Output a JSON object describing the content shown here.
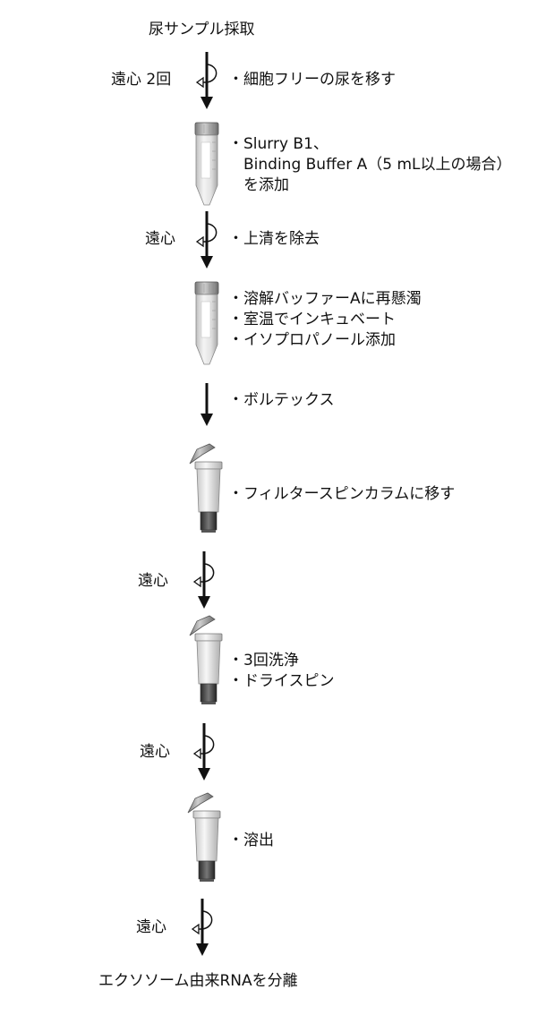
{
  "title": "尿サンプル採取",
  "result": "エクソソーム由来RNAを分離",
  "arrows": [
    {
      "label": "遠心 2回",
      "spin": true
    },
    {
      "label": "遠心",
      "spin": true
    },
    {
      "label": "",
      "spin": false
    },
    {
      "label": "遠心",
      "spin": true
    },
    {
      "label": "遠心",
      "spin": true
    },
    {
      "label": "遠心",
      "spin": true
    }
  ],
  "steps": {
    "s1": [
      "・細胞フリーの尿を移す"
    ],
    "s2": [
      "・Slurry B1、",
      "　Binding Buffer A（5 mL以上の場合）",
      "　を添加"
    ],
    "s3": [
      "・上清を除去"
    ],
    "s4": [
      "・溶解バッファーAに再懸濁",
      "・室温でインキュベート",
      "・イソプロパノール添加"
    ],
    "s5": [
      "・ボルテックス"
    ],
    "s6": [
      "・フィルタースピンカラムに移す"
    ],
    "s7": [
      "・3回洗浄",
      "・ドライスピン"
    ],
    "s8": [
      "・溶出"
    ]
  }
}
